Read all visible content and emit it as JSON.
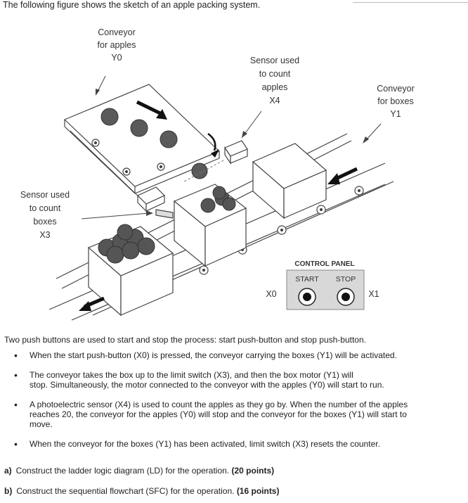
{
  "intro": "The following figure shows the sketch of an apple  packing system.",
  "figure": {
    "label_conveyor_apples": [
      "Conveyor",
      "for apples",
      "Y0"
    ],
    "label_sensor_apples": [
      "Sensor used",
      "to count",
      "apples",
      "X4"
    ],
    "label_conveyor_boxes": [
      "Conveyor",
      "for boxes",
      "Y1"
    ],
    "label_sensor_boxes": [
      "Sensor used",
      "to count",
      "boxes",
      "X3"
    ],
    "control_panel": "CONTROL PANEL",
    "start": "START",
    "stop": "STOP",
    "x0": "X0",
    "x1": "X1"
  },
  "paragraph": "Two push buttons are used to start and stop the process: start push-button and stop push-button.",
  "bullets": [
    [
      "When the start push-button (X0) is pressed, the conveyor carrying the boxes (Y1) will be activated."
    ],
    [
      "The conveyor takes the box up to the limit switch (X3), and then the box motor (Y1) will",
      "stop. Simultaneously, the motor connected to the conveyor with the apples (Y0) will start to run."
    ],
    [
      "A photoelectric sensor (X4) is used to count the apples as they go by. When the number of the apples",
      "reaches 20, the conveyor for the apples (Y0) will stop and the conveyor for the boxes (Y1) will start to",
      "move."
    ],
    [
      "When the conveyor for the boxes (Y1) has been activated, limit switch (X3) resets the counter."
    ]
  ],
  "questions": [
    {
      "label": "a)",
      "text": "Construct the ladder logic diagram (LD) for the operation. ",
      "points": "(20 points)"
    },
    {
      "label": "b)",
      "text": "Construct the sequential flowchart (SFC) for the operation.  ",
      "points": "(16 points)"
    }
  ]
}
